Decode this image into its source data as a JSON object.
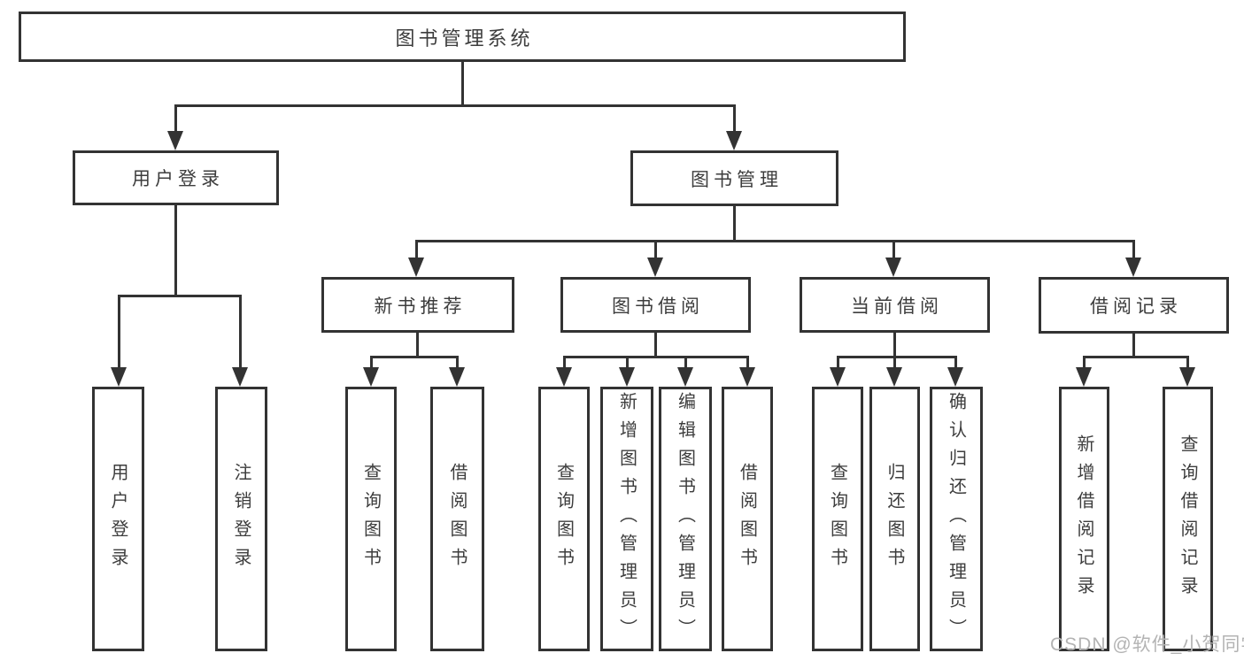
{
  "diagram": {
    "title": "图书管理系统",
    "user_login": {
      "label": "用户登录",
      "children": [
        "用户登录",
        "注销登录"
      ]
    },
    "book_management": {
      "label": "图书管理",
      "sections": [
        {
          "label": "新书推荐",
          "children": [
            "查询图书",
            "借阅图书"
          ]
        },
        {
          "label": "图书借阅",
          "children": [
            "查询图书",
            "新增图书（管理员）",
            "编辑图书（管理员）",
            "借阅图书"
          ]
        },
        {
          "label": "当前借阅",
          "children": [
            "查询图书",
            "归还图书",
            "确认归还（管理员）"
          ]
        },
        {
          "label": "借阅记录",
          "children": [
            "新增借阅记录",
            "查询借阅记录"
          ]
        }
      ]
    }
  },
  "watermark": "CSDN @软件_小贺同学",
  "colors": {
    "line": "#333333",
    "text": "#3d3d3d",
    "background": "#ffffff",
    "watermark": "#b3b3b3"
  }
}
